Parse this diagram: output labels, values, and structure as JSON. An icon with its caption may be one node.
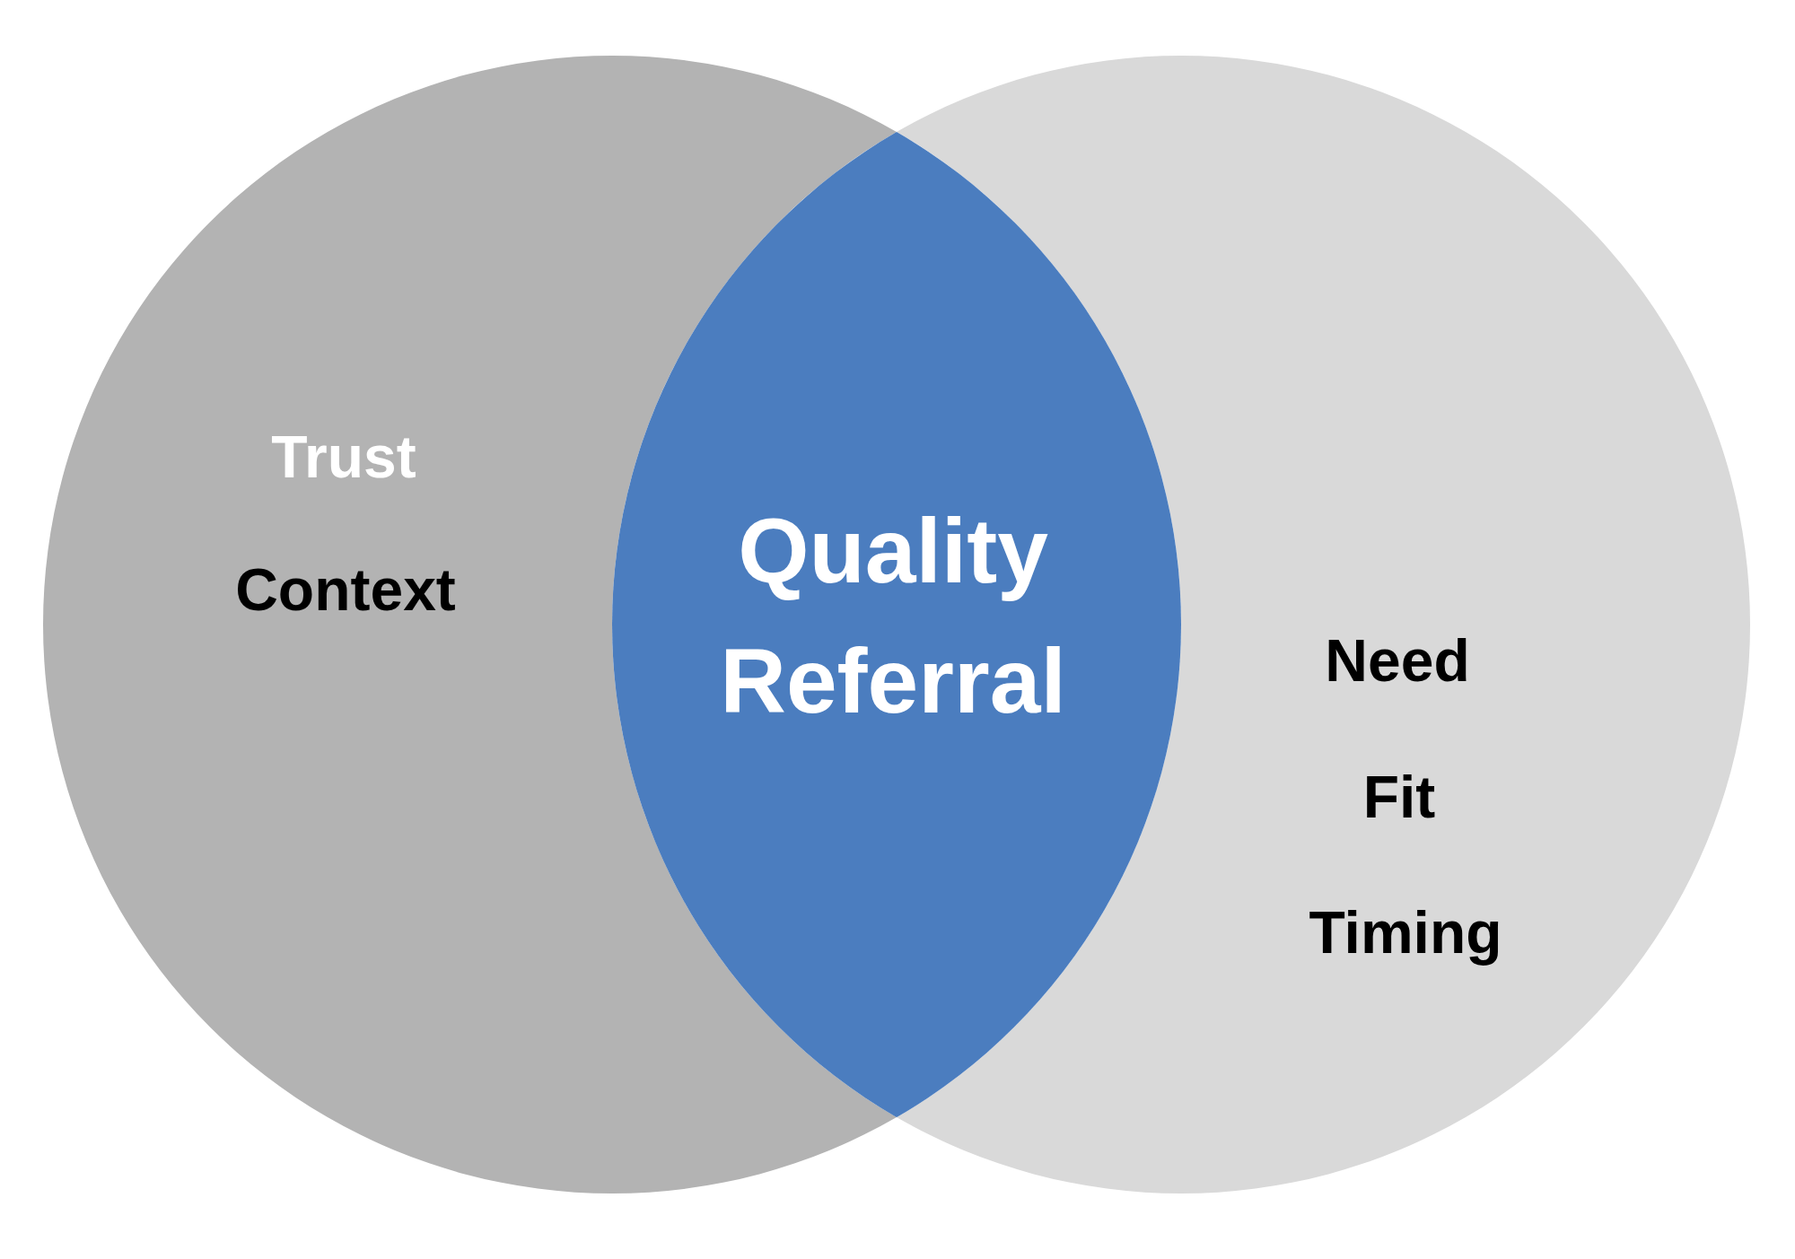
{
  "diagram": {
    "nodes": [
      {
        "text": [
          "Trust",
          "Context"
        ]
      },
      {
        "text": [
          "Need",
          "Fit",
          "Timing"
        ]
      },
      {
        "text": [
          "Quality Referral"
        ]
      }
    ]
  }
}
